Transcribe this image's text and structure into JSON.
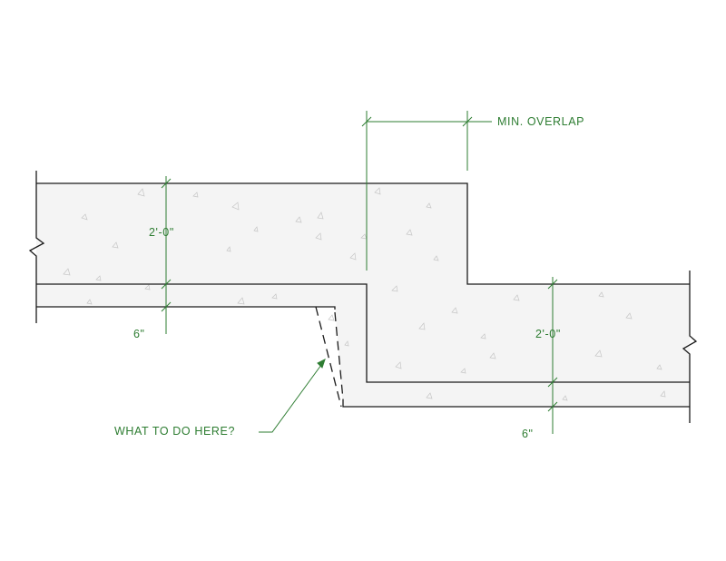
{
  "labels": {
    "min_overlap": "MIN. OVERLAP",
    "left_slab_thickness": "2'-0\"",
    "left_base_thickness": "6\"",
    "right_slab_thickness": "2'-0\"",
    "right_base_thickness": "6\"",
    "question": "WHAT TO DO HERE?"
  },
  "colors": {
    "annotation": "#2e7d32",
    "linework": "#1a1a1a",
    "concrete_fill": "#f4f4f4"
  }
}
